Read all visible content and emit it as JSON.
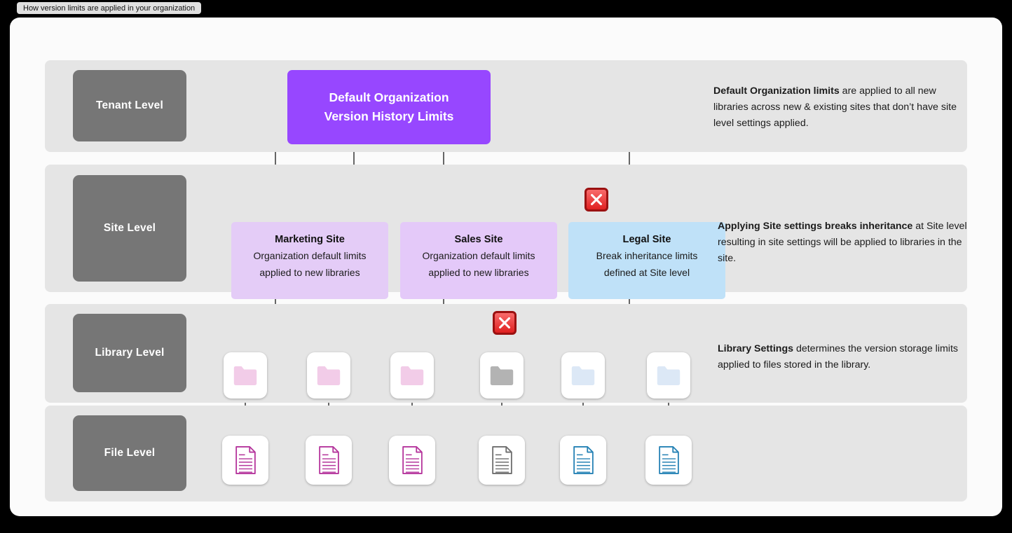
{
  "window": {
    "title": "How version limits are applied in your organization"
  },
  "colors": {
    "tenant_node": "#9747FF",
    "site_marketing": "#E4CCF7",
    "site_sales": "#E4C9F9",
    "site_legal": "#BFE1F8",
    "level_chip": "#767676",
    "band": "#E5E5E5",
    "page": "#FBFBFB",
    "blocker_red": "#E02020",
    "folder_pink": "#F2CCE8",
    "folder_gray": "#B3B3B3",
    "folder_blue": "#DCE8F6",
    "doc_magenta": "#B5359C",
    "doc_gray": "#6E6E6E",
    "doc_blue": "#2682B5",
    "connector": "#5F5F5F"
  },
  "levels": [
    {
      "id": "tenant",
      "label": "Tenant Level"
    },
    {
      "id": "site",
      "label": "Site Level"
    },
    {
      "id": "library",
      "label": "Library Level"
    },
    {
      "id": "file",
      "label": "File Level"
    }
  ],
  "tenant": {
    "node": {
      "line1": "Default Organization",
      "line2": "Version History Limits"
    },
    "note": {
      "bold": "Default Organization limits",
      "rest": " are applied to all new libraries across new & existing sites that don’t have site level settings applied."
    }
  },
  "sites": {
    "note": {
      "bold": "Applying Site settings breaks inheritance",
      "rest": " at Site level resulting in site settings will be applied to libraries in the site."
    },
    "items": [
      {
        "title": "Marketing Site",
        "desc_line1": "Organization default limits",
        "desc_line2": "applied to new libraries",
        "inherits": true
      },
      {
        "title": "Sales Site",
        "desc_line1": "Organization default limits",
        "desc_line2": "applied to new libraries",
        "inherits": true
      },
      {
        "title": "Legal Site",
        "desc_line1": "Break inheritance limits",
        "desc_line2": "defined at Site level",
        "inherits": false
      }
    ]
  },
  "libraries": {
    "note": {
      "bold": "Library Settings",
      "rest": " determines the version storage limits applied to files stored in the library."
    },
    "items": [
      {
        "icon": "folder-icon",
        "color": "pink"
      },
      {
        "icon": "folder-icon",
        "color": "pink"
      },
      {
        "icon": "folder-icon",
        "color": "pink"
      },
      {
        "icon": "folder-icon",
        "color": "gray"
      },
      {
        "icon": "folder-icon",
        "color": "blue"
      },
      {
        "icon": "folder-icon",
        "color": "blue"
      }
    ]
  },
  "files": {
    "items": [
      {
        "icon": "document-icon",
        "color": "magenta"
      },
      {
        "icon": "document-icon",
        "color": "magenta"
      },
      {
        "icon": "document-icon",
        "color": "magenta"
      },
      {
        "icon": "document-icon",
        "color": "gray"
      },
      {
        "icon": "document-icon",
        "color": "blue"
      },
      {
        "icon": "document-icon",
        "color": "blue"
      }
    ]
  },
  "blockers": [
    {
      "id": "site-inheritance-blocker",
      "icon": "x-icon",
      "blocks": "Legal Site"
    },
    {
      "id": "library-inheritance-blocker",
      "icon": "x-icon",
      "blocks": "Sales Site library 4"
    }
  ]
}
